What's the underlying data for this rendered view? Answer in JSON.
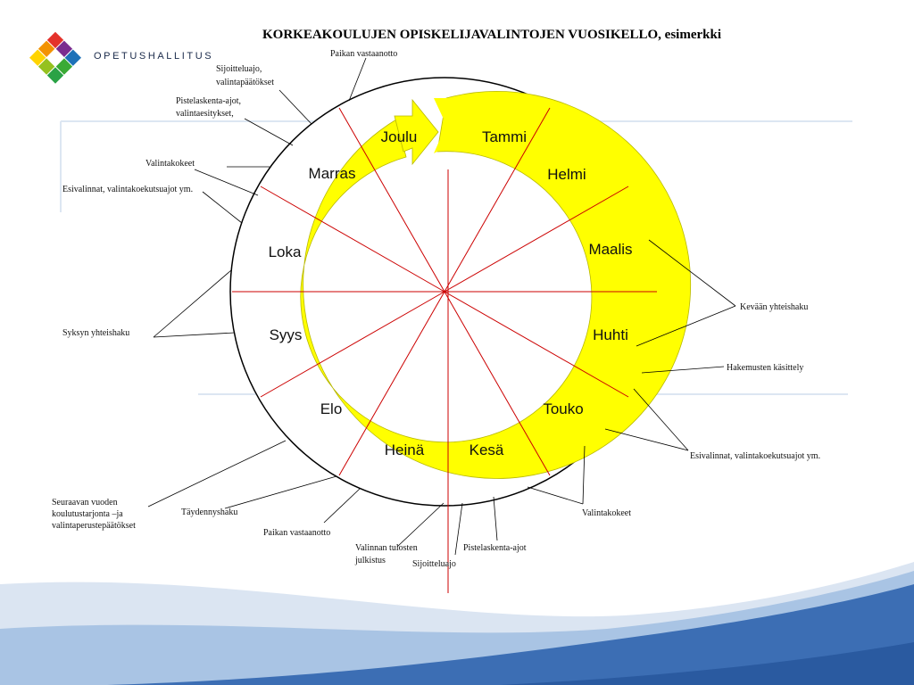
{
  "title": "KORKEAKOULUJEN OPISKELIJAVALINTOJEN VUOSIKELLO, esimerkki",
  "logo": {
    "text": "OPETUSHALLITUS",
    "colors": [
      "#e4322b",
      "#7b2c8f",
      "#f39200",
      "#2aa245",
      "#ffd400",
      "#1d71b8"
    ]
  },
  "months": {
    "tammi": "Tammi",
    "helmi": "Helmi",
    "maalis": "Maalis",
    "huhti": "Huhti",
    "touko": "Touko",
    "kesa": "Kesä",
    "heina": "Heinä",
    "elo": "Elo",
    "syys": "Syys",
    "loka": "Loka",
    "marras": "Marras",
    "joulu": "Joulu"
  },
  "annotations": {
    "paikan_vastaanotto_top": "Paikan vastaanotto",
    "sijoitteluajo_top_1": "Sijoitteluajo,",
    "sijoitteluajo_top_2": "valintapäätökset",
    "pistelaskenta_top_1": "Pistelaskenta-ajot,",
    "pistelaskenta_top_2": "valintaesitykset,",
    "valintakokeet_left": "Valintakokeet",
    "esivalinnat_left": "Esivalinnat, valintakoekutsuajot ym.",
    "syksyn_yhteishaku": "Syksyn yhteishaku",
    "kevaan_yhteishaku": "Kevään yhteishaku",
    "hakemusten_kasittely": "Hakemusten käsittely",
    "esivalinnat_right": "Esivalinnat, valintakoekutsuajot ym.",
    "valintakokeet_bottom": "Valintakokeet",
    "seuraavan_1": "Seuraavan vuoden",
    "seuraavan_2": "koulutustarjonta –ja",
    "seuraavan_3": "valintaperustepäätökset",
    "taydennyshaku": "Täydennyshaku",
    "paikan_vastaanotto_bottom": "Paikan vastaanotto",
    "valinnan_tulosten_1": "Valinnan tulosten",
    "valinnan_tulosten_2": "julkistus",
    "sijoitteluajo_bottom": "Sijoitteluajo",
    "pistelaskenta_bottom": "Pistelaskenta-ajot"
  },
  "colors": {
    "ring": "#ffff00",
    "spokes": "#cc0000",
    "circle": "#000000",
    "frame_lines": "#dce6f2",
    "wave_dark": "#3c6eb4",
    "wave_light": "#a9c4e4"
  }
}
